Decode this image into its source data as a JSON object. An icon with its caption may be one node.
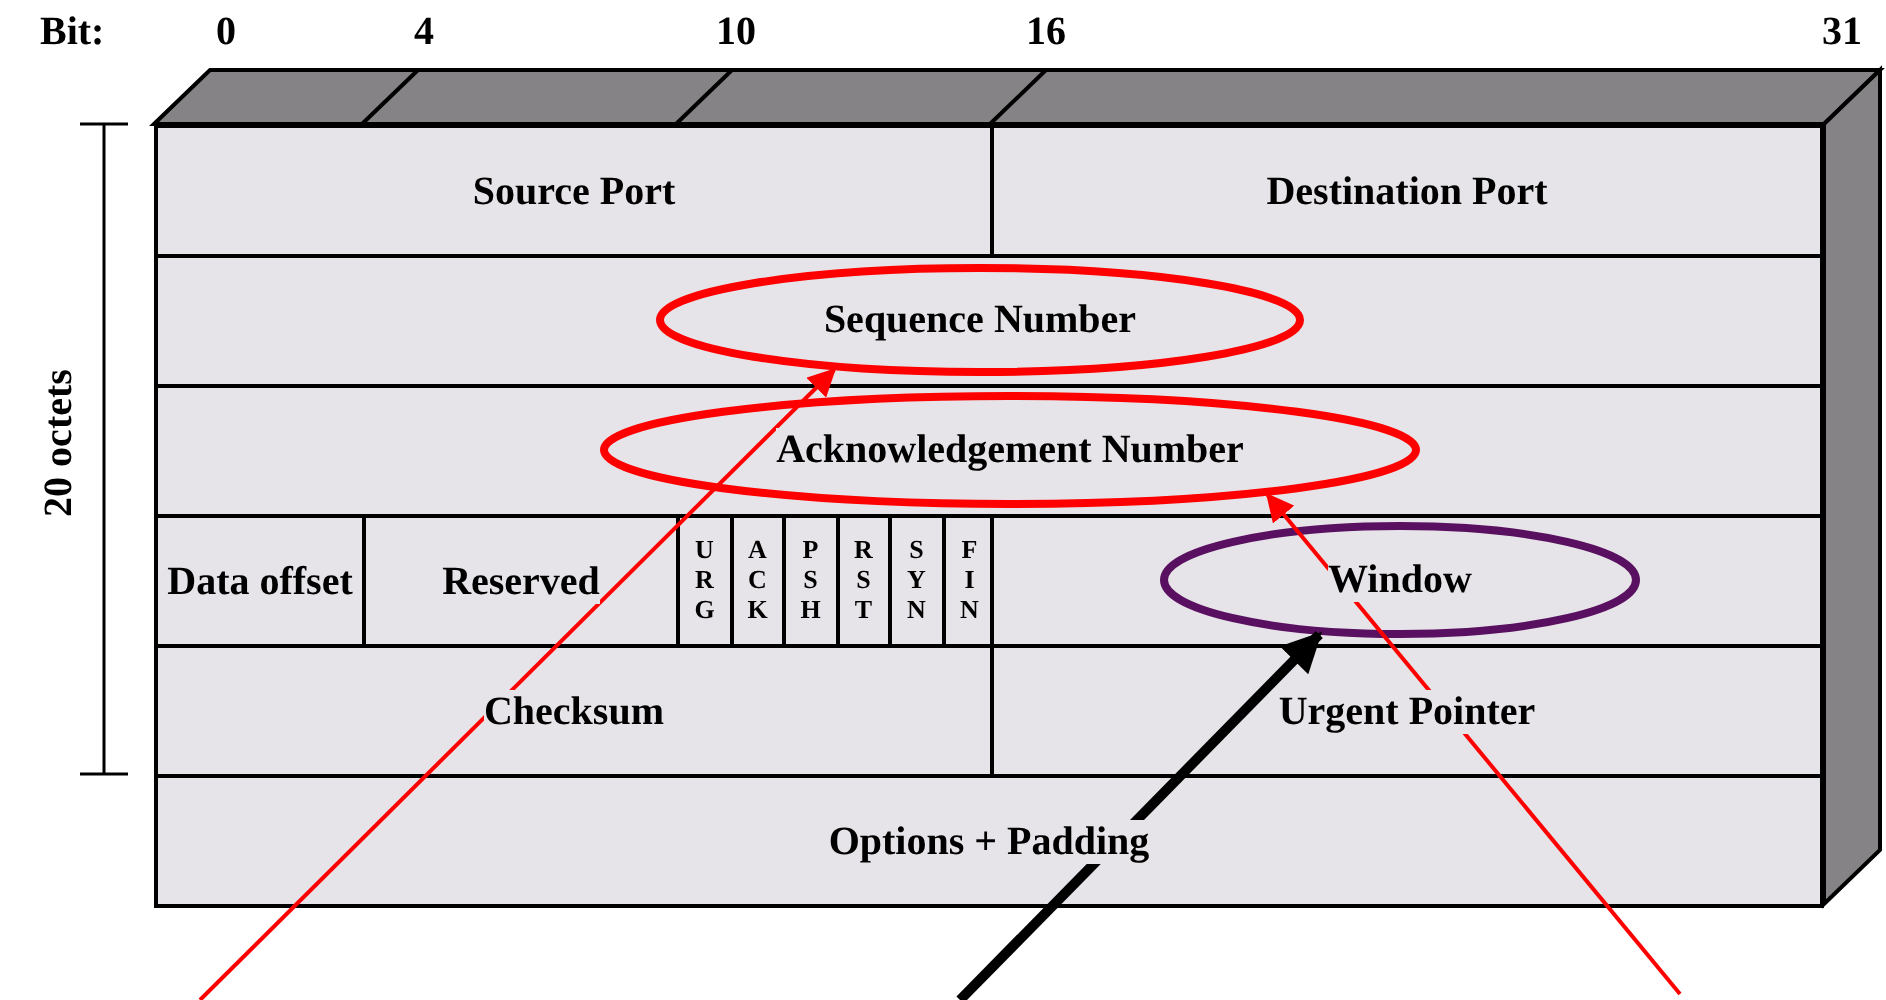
{
  "diagram": {
    "nodes": [
      {
        "text": [
          "Source Port"
        ]
      },
      {
        "text": [
          "Destination Port"
        ]
      },
      {
        "text": [],
        "shape": "box"
      },
      {
        "text": [
          "Sequence Number"
        ],
        "in": 2
      },
      {
        "text": [],
        "shape": "box"
      },
      {
        "text": [
          "Acknowledgement Number"
        ],
        "in": 4
      },
      {
        "text": [
          "Data offset"
        ]
      },
      {
        "text": [
          "Reserved"
        ]
      },
      {
        "text": [
          "U R G"
        ]
      },
      {
        "text": [
          "A C K"
        ]
      },
      {
        "text": [
          "P S H"
        ]
      },
      {
        "text": [
          "R S T"
        ]
      },
      {
        "text": [
          "S Y N"
        ]
      },
      {
        "text": [
          "F I N"
        ]
      },
      {
        "text": [],
        "shape": "box"
      },
      {
        "text": [
          "Window"
        ],
        "in": 14
      },
      {
        "text": [
          "Checksum"
        ]
      },
      {
        "text": [
          "Urgent Pointer"
        ]
      },
      {
        "text": [
          "Options + Padding"
        ]
      }
    ],
    "edges": [
      {
        "from": null,
        "to": 3,
        "arrow": "to",
        "color": "#ff0000"
      },
      {
        "from": null,
        "to": 5,
        "arrow": "to",
        "color": "#ff0000"
      },
      {
        "from": null,
        "to": 15,
        "arrow": "to",
        "style": "thick",
        "color": "#000000"
      }
    ],
    "labels": [
      "Bit:",
      "0",
      "4",
      "10",
      "16",
      "31",
      "20 octets"
    ]
  }
}
